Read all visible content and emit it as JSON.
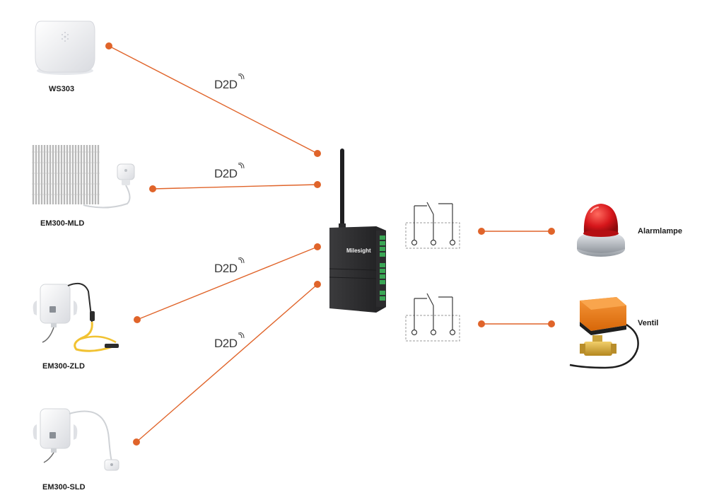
{
  "protocol_label": "D2D",
  "sensors": [
    {
      "name": "WS303"
    },
    {
      "name": "EM300-MLD"
    },
    {
      "name": "EM300-ZLD"
    },
    {
      "name": "EM300-SLD"
    }
  ],
  "controller": {
    "brand": "Milesight"
  },
  "outputs": [
    {
      "name": "Alarmlampe"
    },
    {
      "name": "Ventil"
    }
  ],
  "colors": {
    "link_line": "#e0642a",
    "link_dot": "#e0642a",
    "relay_line": "#3a3a3a",
    "relay_box": "#9a9a9a",
    "controller_body": "#2e2e2e",
    "terminal_green": "#3aa655",
    "valve_orange": "#ef7d17",
    "lamp_red": "#d6161b"
  }
}
